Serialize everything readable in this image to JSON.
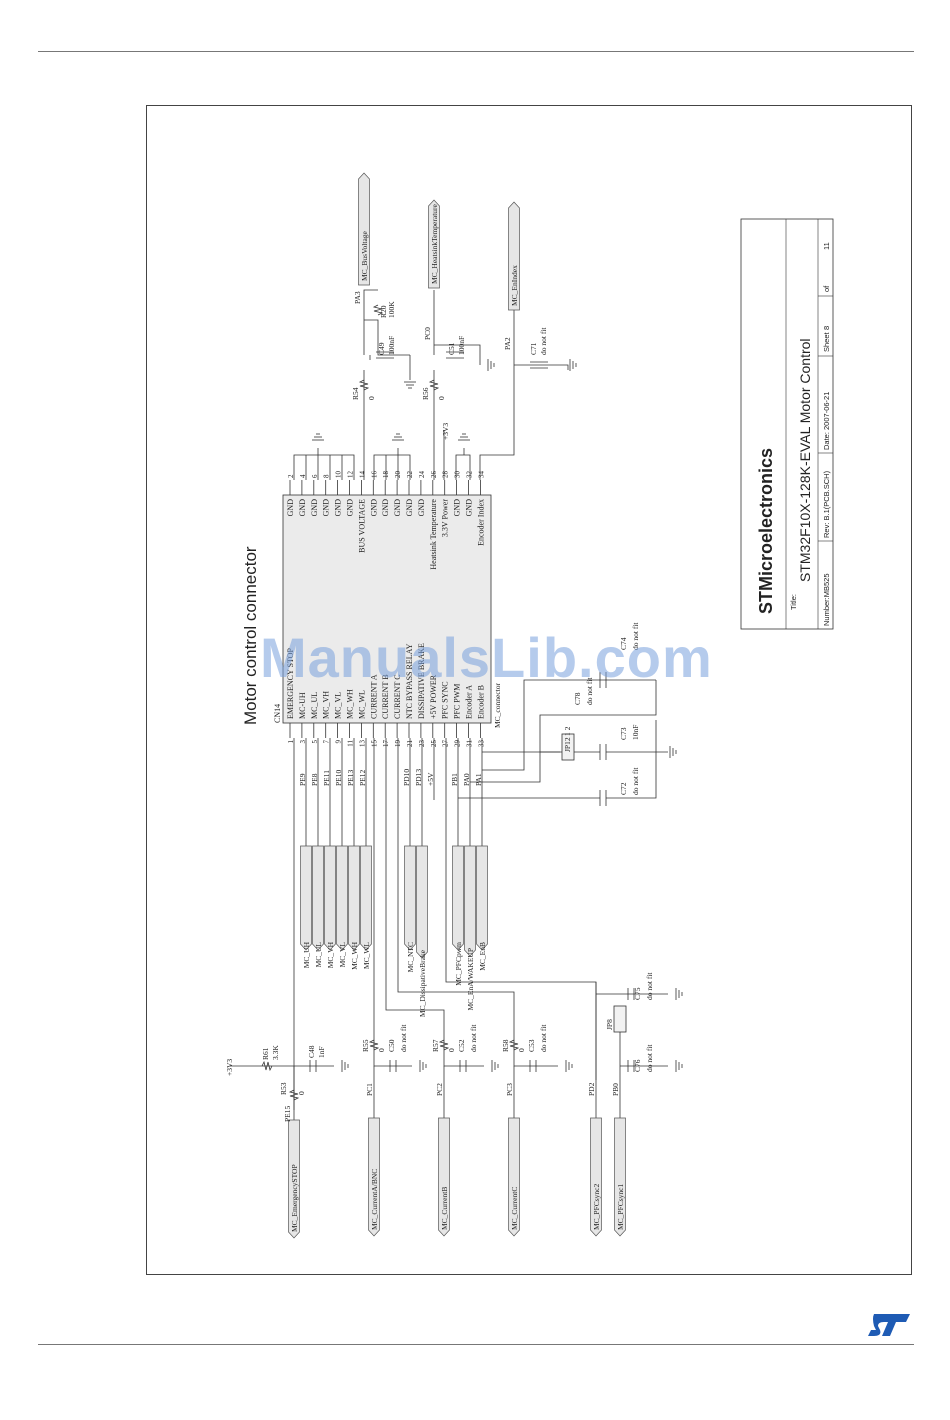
{
  "connector": {
    "title": "Motor control connector",
    "ref": "CN14",
    "extra_label": "MC_connector",
    "left_pins": [
      {
        "num": "1",
        "name": "EMERGENCY STOP"
      },
      {
        "num": "3",
        "name": "MC-UH"
      },
      {
        "num": "5",
        "name": "MC_UL"
      },
      {
        "num": "7",
        "name": "MC_VH"
      },
      {
        "num": "9",
        "name": "MC_VL"
      },
      {
        "num": "11",
        "name": "MC_WH"
      },
      {
        "num": "13",
        "name": "MC_WL"
      },
      {
        "num": "15",
        "name": "CURRENT A"
      },
      {
        "num": "17",
        "name": "CURRENT B"
      },
      {
        "num": "19",
        "name": "CURRENT C"
      },
      {
        "num": "21",
        "name": "NTC BYPASS RELAY"
      },
      {
        "num": "23",
        "name": "DISSIPATIVE BRAKE"
      },
      {
        "num": "25",
        "name": "+5V POWER"
      },
      {
        "num": "27",
        "name": "PFC SYNC"
      },
      {
        "num": "29",
        "name": "PFC PWM"
      },
      {
        "num": "31",
        "name": "Encoder A"
      },
      {
        "num": "33",
        "name": "Encoder B"
      }
    ],
    "right_pins": [
      {
        "num": "2",
        "name": "GND"
      },
      {
        "num": "4",
        "name": "GND"
      },
      {
        "num": "6",
        "name": "GND"
      },
      {
        "num": "8",
        "name": "GND"
      },
      {
        "num": "10",
        "name": "GND"
      },
      {
        "num": "12",
        "name": "GND"
      },
      {
        "num": "14",
        "name": "BUS VOLTAGE"
      },
      {
        "num": "16",
        "name": "GND"
      },
      {
        "num": "18",
        "name": "GND"
      },
      {
        "num": "20",
        "name": "GND"
      },
      {
        "num": "22",
        "name": "GND"
      },
      {
        "num": "24",
        "name": "GND"
      },
      {
        "num": "26",
        "name": "Heatsink Temperature"
      },
      {
        "num": "28",
        "name": "3.3V Power"
      },
      {
        "num": "30",
        "name": "GND"
      },
      {
        "num": "32",
        "name": "GND"
      },
      {
        "num": "34",
        "name": "Encoder Index"
      }
    ]
  },
  "left_nets": [
    "PE9",
    "PE8",
    "PE11",
    "PE10",
    "PE13",
    "PE12",
    "PD10",
    "PD13",
    "+5V",
    "PB1",
    "PA0",
    "PA1"
  ],
  "left_ports": [
    "MC_UH",
    "MC_UL",
    "MC_VH",
    "MC_VL",
    "MC_WH",
    "MC_WL",
    "MC_NTC",
    "MC_DissipativeBrake",
    "MC_PFCpwm",
    "MC_EnA/WAKEUP",
    "MC_EnB"
  ],
  "top_section": {
    "ports": [
      "MC_BusVoltage",
      "MC_HeatsinkTemperature",
      "MC_EnIndex"
    ],
    "nets": [
      "PA3",
      "PC0",
      "PA2",
      "+3V3"
    ],
    "parts": [
      {
        "ref": "R20",
        "value": "100K"
      },
      {
        "ref": "C49",
        "value": "100nF"
      },
      {
        "ref": "R54",
        "value": "0"
      },
      {
        "ref": "C51",
        "value": "100nF"
      },
      {
        "ref": "R56",
        "value": "0"
      },
      {
        "ref": "C71",
        "value": "do not fit"
      }
    ]
  },
  "encoder_section": {
    "jumper": "JP12",
    "jumper_pins": "1 2",
    "parts": [
      {
        "ref": "C78",
        "value": "do not fit"
      },
      {
        "ref": "C74",
        "value": "do not fit"
      },
      {
        "ref": "C73",
        "value": "10nF"
      },
      {
        "ref": "C72",
        "value": "do not fit"
      }
    ]
  },
  "bottom_section": {
    "nets": [
      "+3V3",
      "PE15",
      "PC1",
      "PC2",
      "PC3",
      "PD2",
      "PB0"
    ],
    "ports": [
      "MC_EmergencySTOP",
      "MC_CurrentA/BNC",
      "MC_CurrentB",
      "MC_CurrentC",
      "MC_PFCsync2",
      "MC_PFCsync1"
    ],
    "parts": [
      {
        "ref": "R61",
        "value": "3.3K"
      },
      {
        "ref": "R53",
        "value": "0"
      },
      {
        "ref": "C48",
        "value": "1nF"
      },
      {
        "ref": "R55",
        "value": "0"
      },
      {
        "ref": "C50",
        "value": "do not fit"
      },
      {
        "ref": "R57",
        "value": "0"
      },
      {
        "ref": "C52",
        "value": "do not fit"
      },
      {
        "ref": "R58",
        "value": "0"
      },
      {
        "ref": "C53",
        "value": "do not fit"
      },
      {
        "ref": "C75",
        "value": "do not fit"
      },
      {
        "ref": "C76",
        "value": "do not fit"
      }
    ],
    "jumper": "JP8"
  },
  "title_block": {
    "company": "STMicroelectronics",
    "title_label": "Title:",
    "title": "STM32F10X-128K-EVAL Motor Control",
    "number": "Number:MB525",
    "rev": "Rev: B.1(PCB.SCH)",
    "date": "Date: 2007-06-21",
    "sheet": "Sheet",
    "sheet_num": "8",
    "of": "of",
    "total": "11"
  },
  "watermark": "ManualsLib.com"
}
